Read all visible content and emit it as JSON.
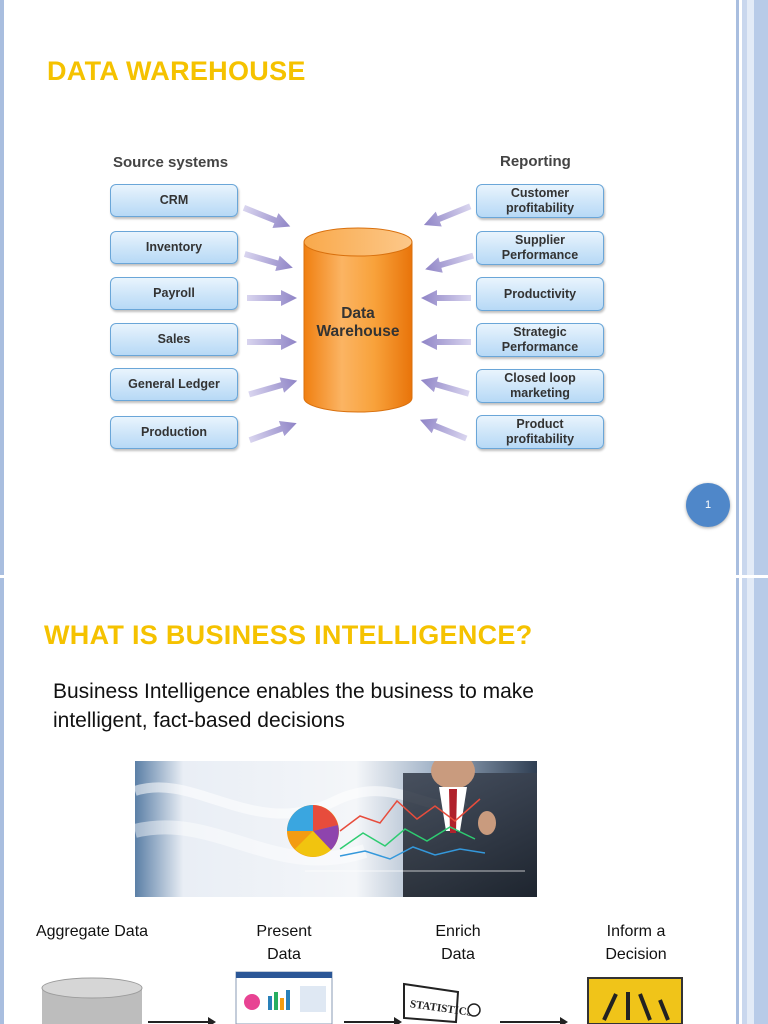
{
  "slide1": {
    "title": "DATA WAREHOUSE",
    "source_header": "Source systems",
    "reporting_header": "Reporting",
    "sources": [
      "CRM",
      "Inventory",
      "Payroll",
      "Sales",
      "General Ledger",
      "Production"
    ],
    "warehouse_label_1": "Data",
    "warehouse_label_2": "Warehouse",
    "reports": [
      [
        "Customer",
        "profitability"
      ],
      [
        "Supplier",
        "Performance"
      ],
      [
        "Productivity"
      ],
      [
        "Strategic",
        "Performance"
      ],
      [
        "Closed loop",
        "marketing"
      ],
      [
        "Product",
        "profitability"
      ]
    ],
    "page_number": "1"
  },
  "slide2": {
    "title": "WHAT IS BUSINESS INTELLIGENCE?",
    "body_line_1": "Business Intelligence enables the business to make",
    "body_line_2": "intelligent, fact-based decisions",
    "steps": [
      {
        "line1": "Aggregate Data",
        "line2": ""
      },
      {
        "line1": "Present",
        "line2": "Data"
      },
      {
        "line1": "Enrich",
        "line2": "Data"
      },
      {
        "line1": "Inform a",
        "line2": "Decision"
      }
    ],
    "statistics_sign": "STATISTICS"
  },
  "colors": {
    "title": "#f5c200",
    "pill_border": "#6aa6d8",
    "cylinder": "#f7941d",
    "arrow": "#a49ad1",
    "page_badge": "#4f87c9",
    "frame": "#a9bedf"
  }
}
